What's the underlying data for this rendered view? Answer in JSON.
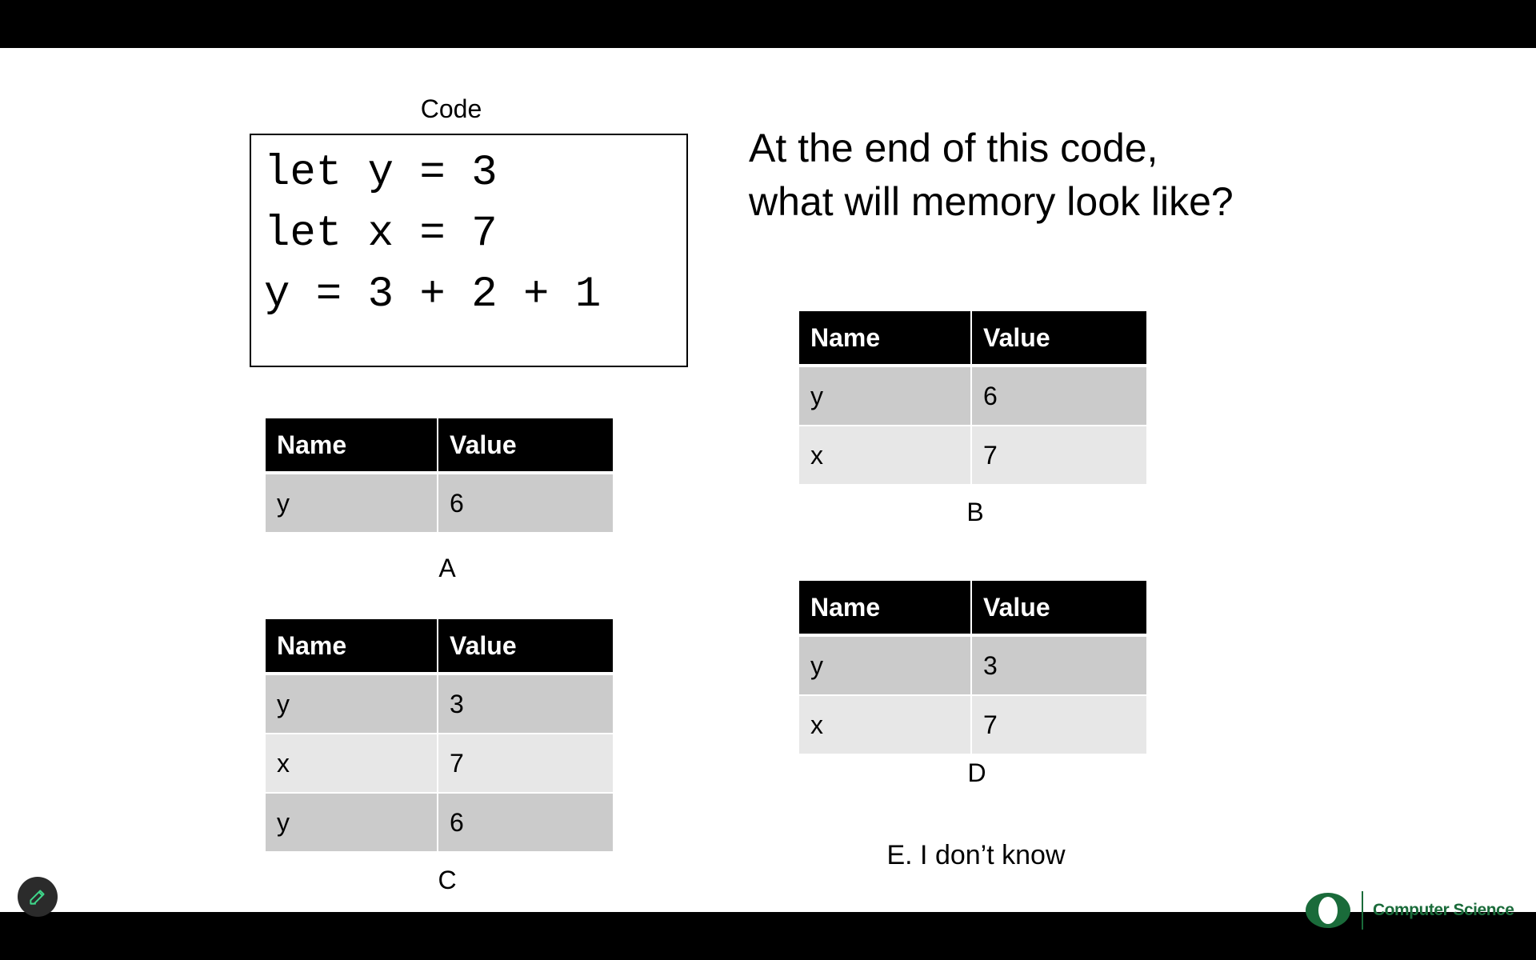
{
  "code": {
    "title": "Code",
    "lines": [
      "let y = 3",
      "let x = 7",
      "y = 3 + 2 + 1"
    ]
  },
  "question": "At the end of this code, what will memory look like?",
  "tables": {
    "header": {
      "name": "Name",
      "value": "Value"
    },
    "A": {
      "label": "A",
      "rows": [
        {
          "name": "y",
          "value": "6"
        }
      ]
    },
    "B": {
      "label": "B",
      "rows": [
        {
          "name": "y",
          "value": "6"
        },
        {
          "name": "x",
          "value": "7"
        }
      ]
    },
    "C": {
      "label": "C",
      "rows": [
        {
          "name": "y",
          "value": "3"
        },
        {
          "name": "x",
          "value": "7"
        },
        {
          "name": "y",
          "value": "6"
        }
      ]
    },
    "D": {
      "label": "D",
      "rows": [
        {
          "name": "y",
          "value": "3"
        },
        {
          "name": "x",
          "value": "7"
        }
      ]
    }
  },
  "option_e": "E. I don’t know",
  "logo": {
    "text": "Computer Science",
    "color": "#1a6b3a"
  },
  "icons": {
    "pen": "pencil-icon"
  }
}
